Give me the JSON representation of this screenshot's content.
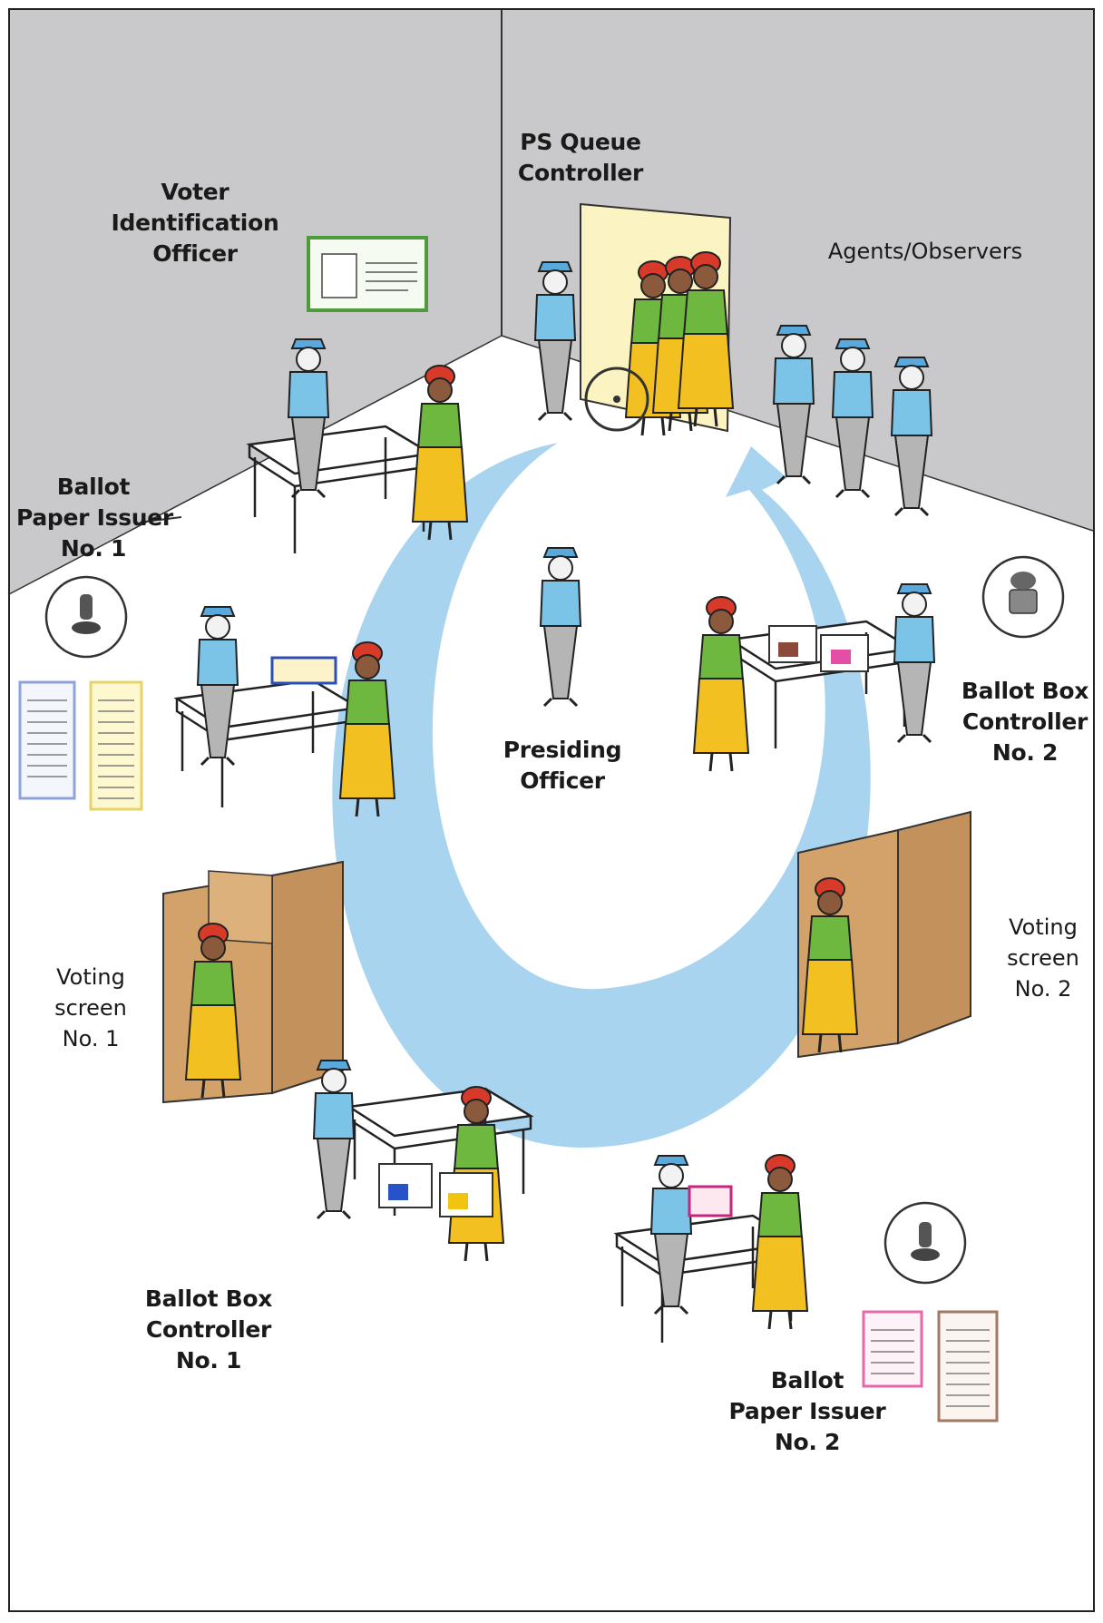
{
  "labels": {
    "queue_controller": [
      "PS Queue",
      "Controller"
    ],
    "voter_identification": [
      "Voter",
      "Identification",
      "Officer"
    ],
    "agents_observers": [
      "Agents/Observers"
    ],
    "ballot_paper_issuer_1": [
      "Ballot",
      "Paper Issuer",
      "No. 1"
    ],
    "ballot_box_controller_2": [
      "Ballot Box",
      "Controller",
      "No. 2"
    ],
    "presiding_officer": [
      "Presiding",
      "Officer"
    ],
    "voting_screen_1": [
      "Voting",
      "screen",
      "No. 1"
    ],
    "voting_screen_2": [
      "Voting",
      "screen",
      "No. 2"
    ],
    "ballot_box_controller_1": [
      "Ballot Box",
      "Controller",
      "No. 1"
    ],
    "ballot_paper_issuer_2": [
      "Ballot",
      "Paper Issuer",
      "No. 2"
    ]
  },
  "colors": {
    "wall": "#c9c9cb",
    "floor": "#ffffff",
    "flow_arrow": "#a9d4ef",
    "booth": "#d2a26a",
    "official_vest": "#7cc3e8",
    "voter_shirt": "#6fb83f",
    "voter_skirt": "#f3c021",
    "voter_headwrap": "#d83a2a",
    "door": "#fbf3c2"
  },
  "icons": [
    "ink-stamp-icon",
    "ink-stamp-icon",
    "indelible-ink-bottle-icon"
  ]
}
